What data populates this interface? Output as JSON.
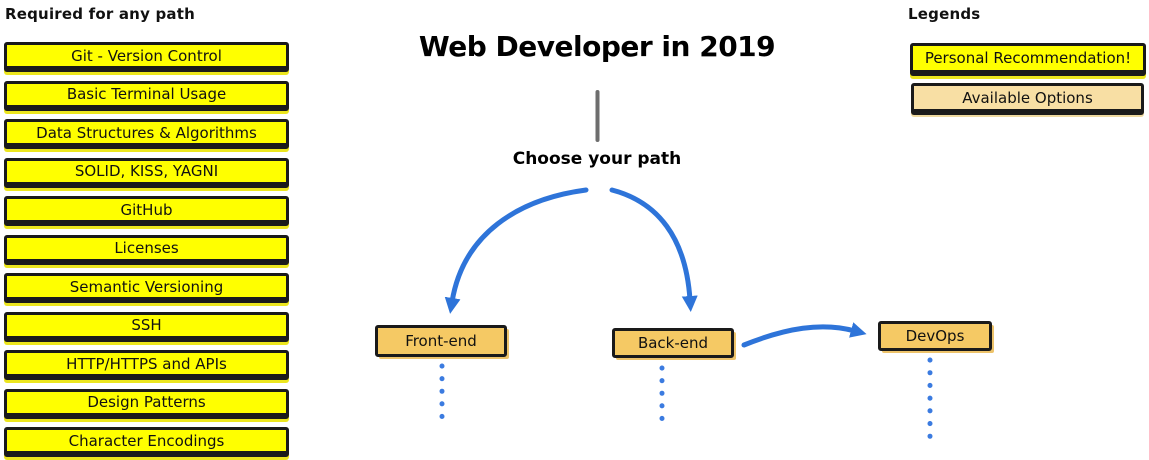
{
  "title": "Web Developer in 2019",
  "subtitle": "Choose your path",
  "left_column": {
    "heading": "Required for any path",
    "items": [
      "Git - Version Control",
      "Basic Terminal Usage",
      "Data Structures & Algorithms",
      "SOLID, KISS, YAGNI",
      "GitHub",
      "Licenses",
      "Semantic Versioning",
      "SSH",
      "HTTP/HTTPS and APIs",
      "Design Patterns",
      "Character Encodings"
    ]
  },
  "paths": {
    "frontend": "Front-end",
    "backend": "Back-end",
    "devops": "DevOps"
  },
  "legend": {
    "heading": "Legends",
    "recommendation_label": "Personal Recommendation!",
    "options_label": "Available Options"
  },
  "colors": {
    "recommendation_yellow": "#FFFF00",
    "path_box_tan": "#F5C964",
    "available_options_tan": "#F8DFA4",
    "arrow_blue": "#2E74D9",
    "border_black": "#1A1A1A",
    "connector_gray": "#6E6E6E"
  }
}
